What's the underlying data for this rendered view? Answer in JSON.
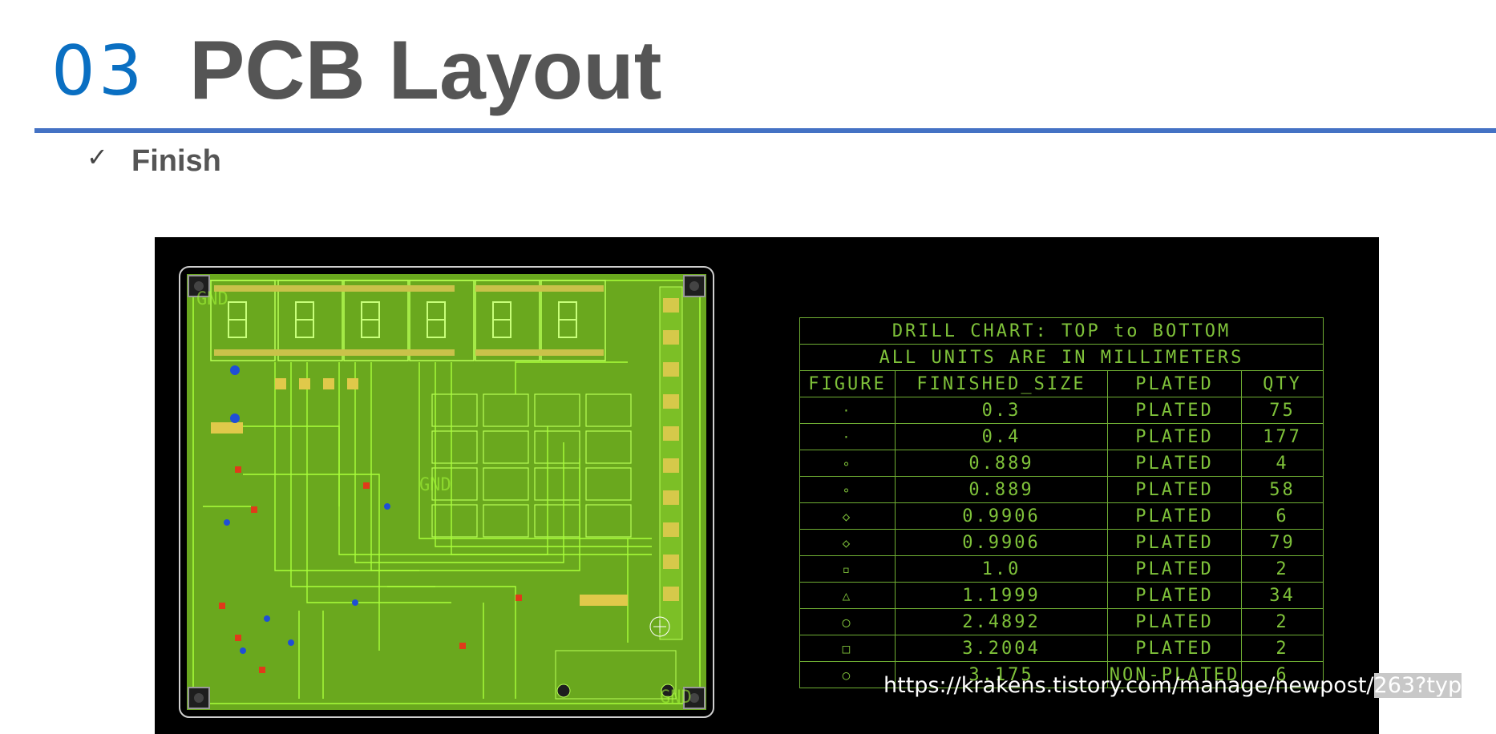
{
  "header": {
    "number": "03",
    "title": "PCB Layout"
  },
  "bullet": {
    "check": "✓",
    "text": "Finish"
  },
  "drill_chart": {
    "title": "DRILL CHART: TOP to BOTTOM",
    "subtitle": "ALL UNITS ARE IN MILLIMETERS",
    "columns": [
      "FIGURE",
      "FINISHED_SIZE",
      "PLATED",
      "QTY"
    ],
    "rows": [
      {
        "figure": "·",
        "size": "0.3",
        "plated": "PLATED",
        "qty": "75"
      },
      {
        "figure": "·",
        "size": "0.4",
        "plated": "PLATED",
        "qty": "177"
      },
      {
        "figure": "∘",
        "size": "0.889",
        "plated": "PLATED",
        "qty": "4"
      },
      {
        "figure": "∘",
        "size": "0.889",
        "plated": "PLATED",
        "qty": "58"
      },
      {
        "figure": "◇",
        "size": "0.9906",
        "plated": "PLATED",
        "qty": "6"
      },
      {
        "figure": "◇",
        "size": "0.9906",
        "plated": "PLATED",
        "qty": "79"
      },
      {
        "figure": "▫",
        "size": "1.0",
        "plated": "PLATED",
        "qty": "2"
      },
      {
        "figure": "△",
        "size": "1.1999",
        "plated": "PLATED",
        "qty": "34"
      },
      {
        "figure": "◯",
        "size": "2.4892",
        "plated": "PLATED",
        "qty": "2"
      },
      {
        "figure": "□",
        "size": "3.2004",
        "plated": "PLATED",
        "qty": "2"
      },
      {
        "figure": "○",
        "size": "3.175",
        "plated": "NON-PLATED",
        "qty": "6"
      }
    ]
  },
  "board": {
    "labels": [
      "GND",
      "GND",
      "GND"
    ],
    "colors": {
      "board": "#6fae1f",
      "trace": "#a9ff3a",
      "pad": "#c9c24a",
      "via": "#1f4fd6",
      "accent": "#e03a1a"
    }
  },
  "url_overlay": {
    "text": "https://krakens.tistory.com/manage/newpost/",
    "highlight": "263?typ"
  }
}
